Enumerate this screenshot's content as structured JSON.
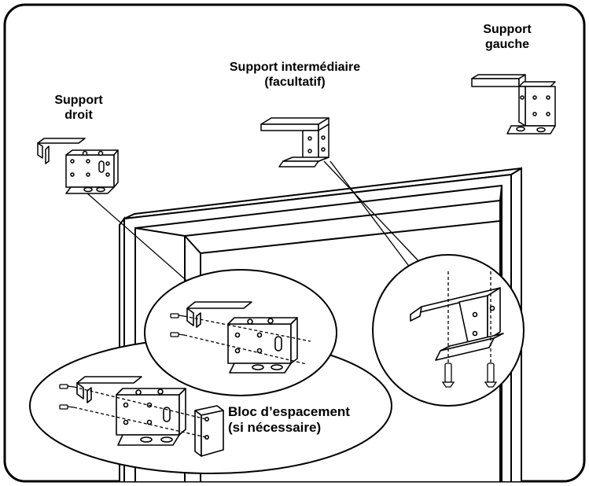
{
  "labels": {
    "support_droit": [
      "Support",
      "droit"
    ],
    "support_intermediaire": [
      "Support intermédiaire",
      "(facultatif)"
    ],
    "support_gauche": [
      "Support",
      "gauche"
    ],
    "bloc_espacement": [
      "Bloc d’espacement",
      "(si nécessaire)"
    ]
  },
  "colors": {
    "stroke": "#000000",
    "fill": "#ffffff",
    "shade": "#d9d9d9"
  }
}
